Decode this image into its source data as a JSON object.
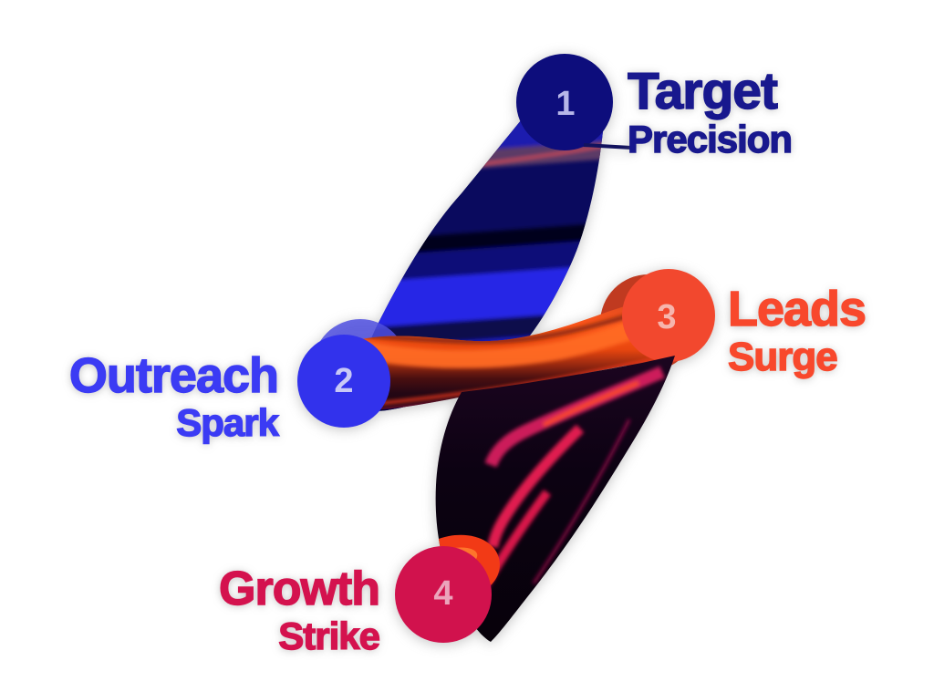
{
  "infographic": {
    "description": "Four-step process infographic with abstract marbled-paint lightning bolt artwork",
    "background_color": "#ffffff",
    "steps": [
      {
        "number": "1",
        "title": "Target",
        "subtitle": "Precision",
        "text_color": "#18188e",
        "circle_color": "#0d0d7c",
        "number_color": "#b6b6e8",
        "has_connector_line": true
      },
      {
        "number": "2",
        "title": "Outreach",
        "subtitle": "Spark",
        "text_color": "#3b3bf4",
        "circle_color": "#3232ec",
        "number_color": "#c8c8f6",
        "has_connector_line": false
      },
      {
        "number": "3",
        "title": "Leads",
        "subtitle": "Surge",
        "text_color": "#f8482c",
        "circle_color": "#f2482e",
        "number_color": "#f6b5ad",
        "has_connector_line": false
      },
      {
        "number": "4",
        "title": "Growth",
        "subtitle": "Strike",
        "text_color": "#d4124e",
        "circle_color": "#d1124d",
        "number_color": "#eba4bb",
        "has_connector_line": false
      }
    ],
    "artwork": {
      "shape": "fluid lightning bolt",
      "palette": [
        "#2525e6",
        "#0a0a5e",
        "#ff571a",
        "#d6205e",
        "#07010a"
      ]
    }
  }
}
